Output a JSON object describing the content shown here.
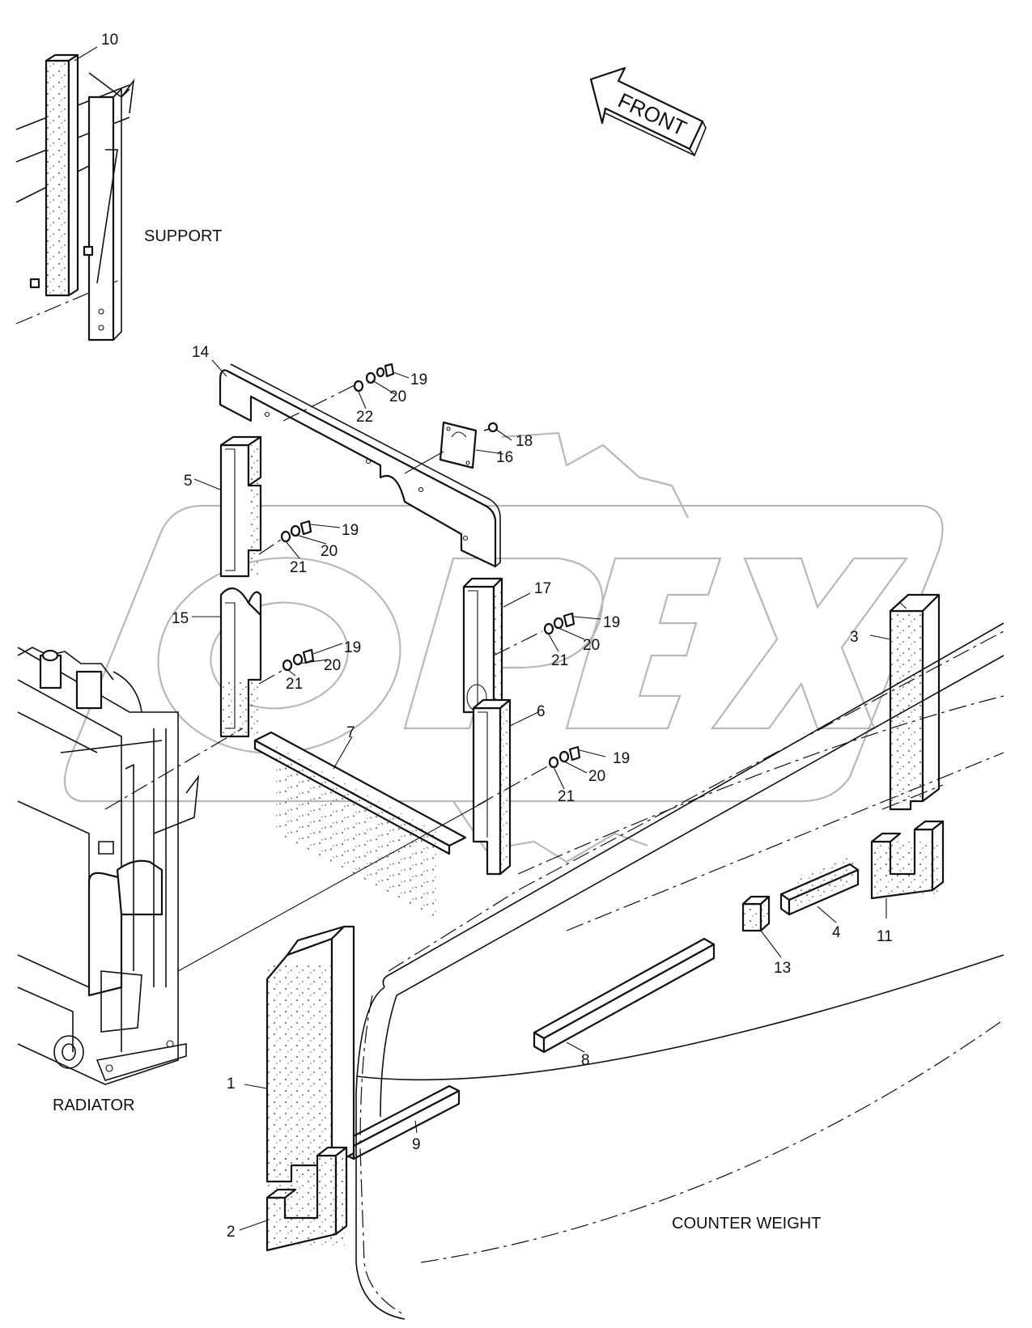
{
  "diagram": {
    "direction_label": "FRONT",
    "section_labels": {
      "support": "SUPPORT",
      "radiator": "RADIATOR",
      "counter_weight": "COUNTER WEIGHT"
    },
    "watermark": "OPEX",
    "part_callouts": {
      "p1": "1",
      "p2": "2",
      "p3": "3",
      "p4": "4",
      "p5": "5",
      "p6": "6",
      "p7": "7",
      "p8": "8",
      "p9": "9",
      "p10": "10",
      "p11": "11",
      "p13": "13",
      "p14": "14",
      "p15": "15",
      "p16": "16",
      "p17": "17",
      "p18": "18",
      "p19a": "19",
      "p20a": "20",
      "p22": "22",
      "p19b": "19",
      "p20b": "20",
      "p21b": "21",
      "p19c": "19",
      "p20c": "20",
      "p21c": "21",
      "p19d": "19",
      "p20d": "20",
      "p21d": "21",
      "p19e": "19",
      "p20e": "20",
      "p21e": "21"
    }
  }
}
